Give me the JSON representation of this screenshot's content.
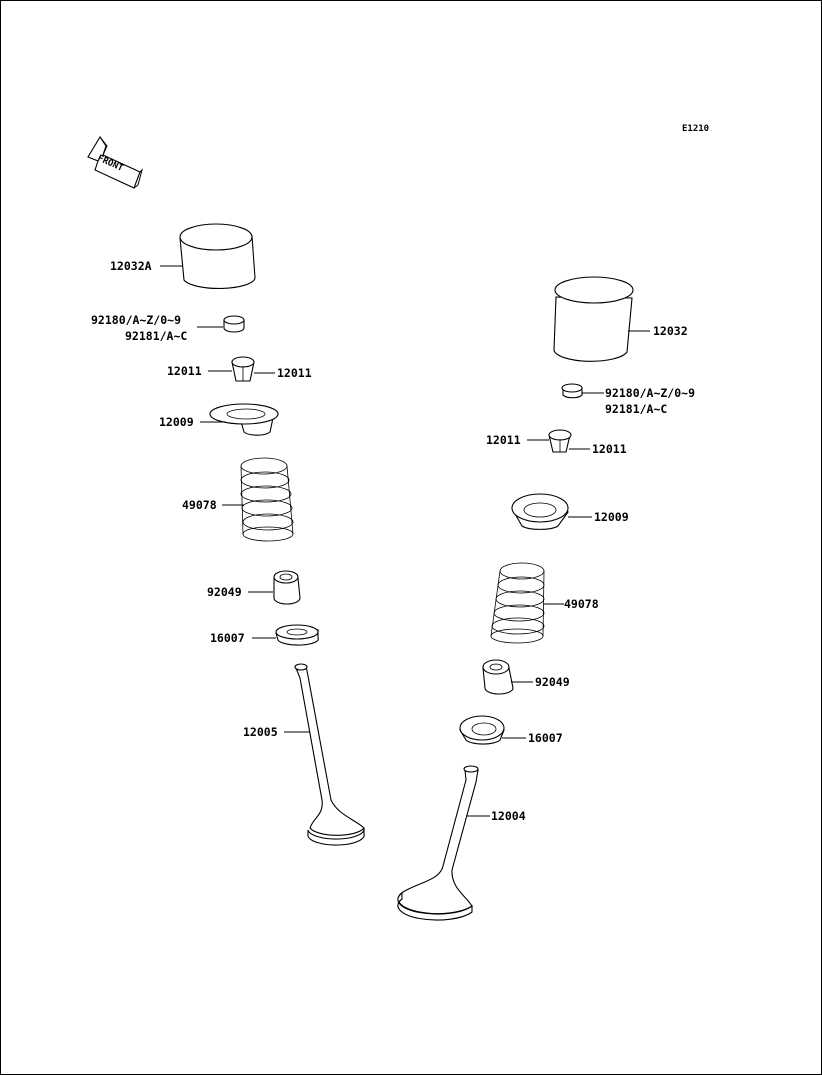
{
  "diagram": {
    "code": "E1210",
    "front_label": "FRONT",
    "labels": {
      "l_lifter": "12032A",
      "l_shim_a": "92180/A~Z/0~9",
      "l_shim_b": "92181/A~C",
      "l_cotter_l": "12011",
      "l_cotter_r": "12011",
      "l_retainer": "12009",
      "l_spring": "49078",
      "l_seal": "92049",
      "l_seat": "16007",
      "l_valve": "12005",
      "r_lifter": "12032",
      "r_shim_a": "92180/A~Z/0~9",
      "r_shim_b": "92181/A~C",
      "r_cotter_l": "12011",
      "r_cotter_r": "12011",
      "r_retainer": "12009",
      "r_spring": "49078",
      "r_seal": "92049",
      "r_seat": "16007",
      "r_valve": "12004"
    }
  }
}
